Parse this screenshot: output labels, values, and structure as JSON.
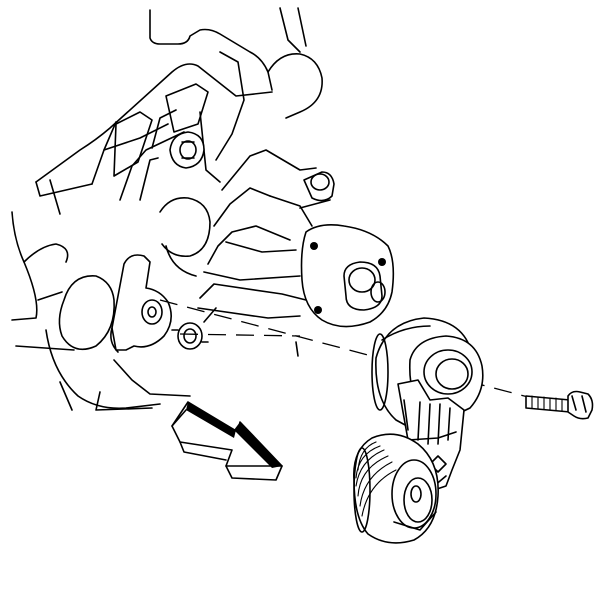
{
  "figure": {
    "kind": "line-drawing",
    "background": "#ffffff",
    "ink": "#000000",
    "parts": [
      "engine-block",
      "mounting-bracket",
      "bracket-bolt",
      "upper-bolt",
      "idler-pulley-mount",
      "drive-belt-tensioner",
      "tensioner-pulley",
      "tensioner-bolt",
      "direction-arrow"
    ],
    "arrow_direction": "down-right"
  }
}
